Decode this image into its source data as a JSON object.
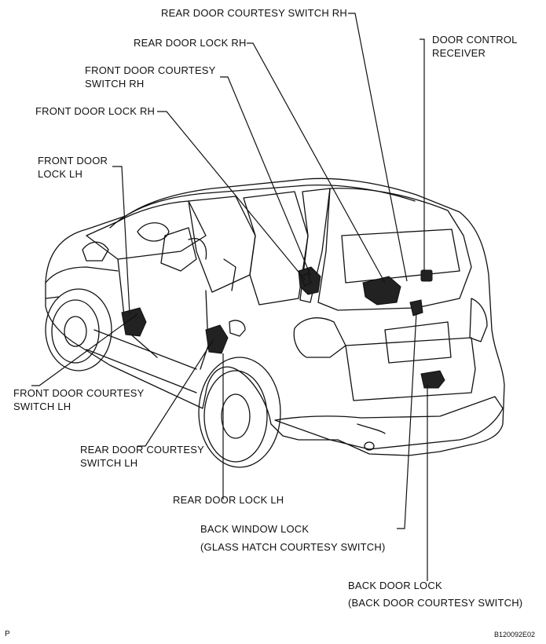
{
  "labels": {
    "rear_door_courtesy_switch_rh": "REAR DOOR COURTESY SWITCH RH",
    "rear_door_lock_rh": "REAR DOOR LOCK RH",
    "door_control_receiver_1": "DOOR CONTROL",
    "door_control_receiver_2": "RECEIVER",
    "front_door_courtesy_switch_rh_1": "FRONT DOOR COURTESY",
    "front_door_courtesy_switch_rh_2": "SWITCH RH",
    "front_door_lock_rh": "FRONT DOOR LOCK RH",
    "front_door_lock_lh_1": "FRONT DOOR",
    "front_door_lock_lh_2": "LOCK LH",
    "front_door_courtesy_switch_lh_1": "FRONT DOOR COURTESY",
    "front_door_courtesy_switch_lh_2": "SWITCH LH",
    "rear_door_courtesy_switch_lh_1": "REAR DOOR COURTESY",
    "rear_door_courtesy_switch_lh_2": "SWITCH LH",
    "rear_door_lock_lh": "REAR DOOR LOCK LH",
    "back_window_lock_1": "BACK WINDOW LOCK",
    "back_window_lock_2": "(GLASS HATCH COURTESY SWITCH)",
    "back_door_lock_1": "BACK DOOR LOCK",
    "back_door_lock_2": "(BACK DOOR COURTESY SWITCH)"
  },
  "footer": {
    "page_marker": "P",
    "figure_code": "B120092E02"
  },
  "colors": {
    "ink": "#111111",
    "paper": "#ffffff"
  }
}
